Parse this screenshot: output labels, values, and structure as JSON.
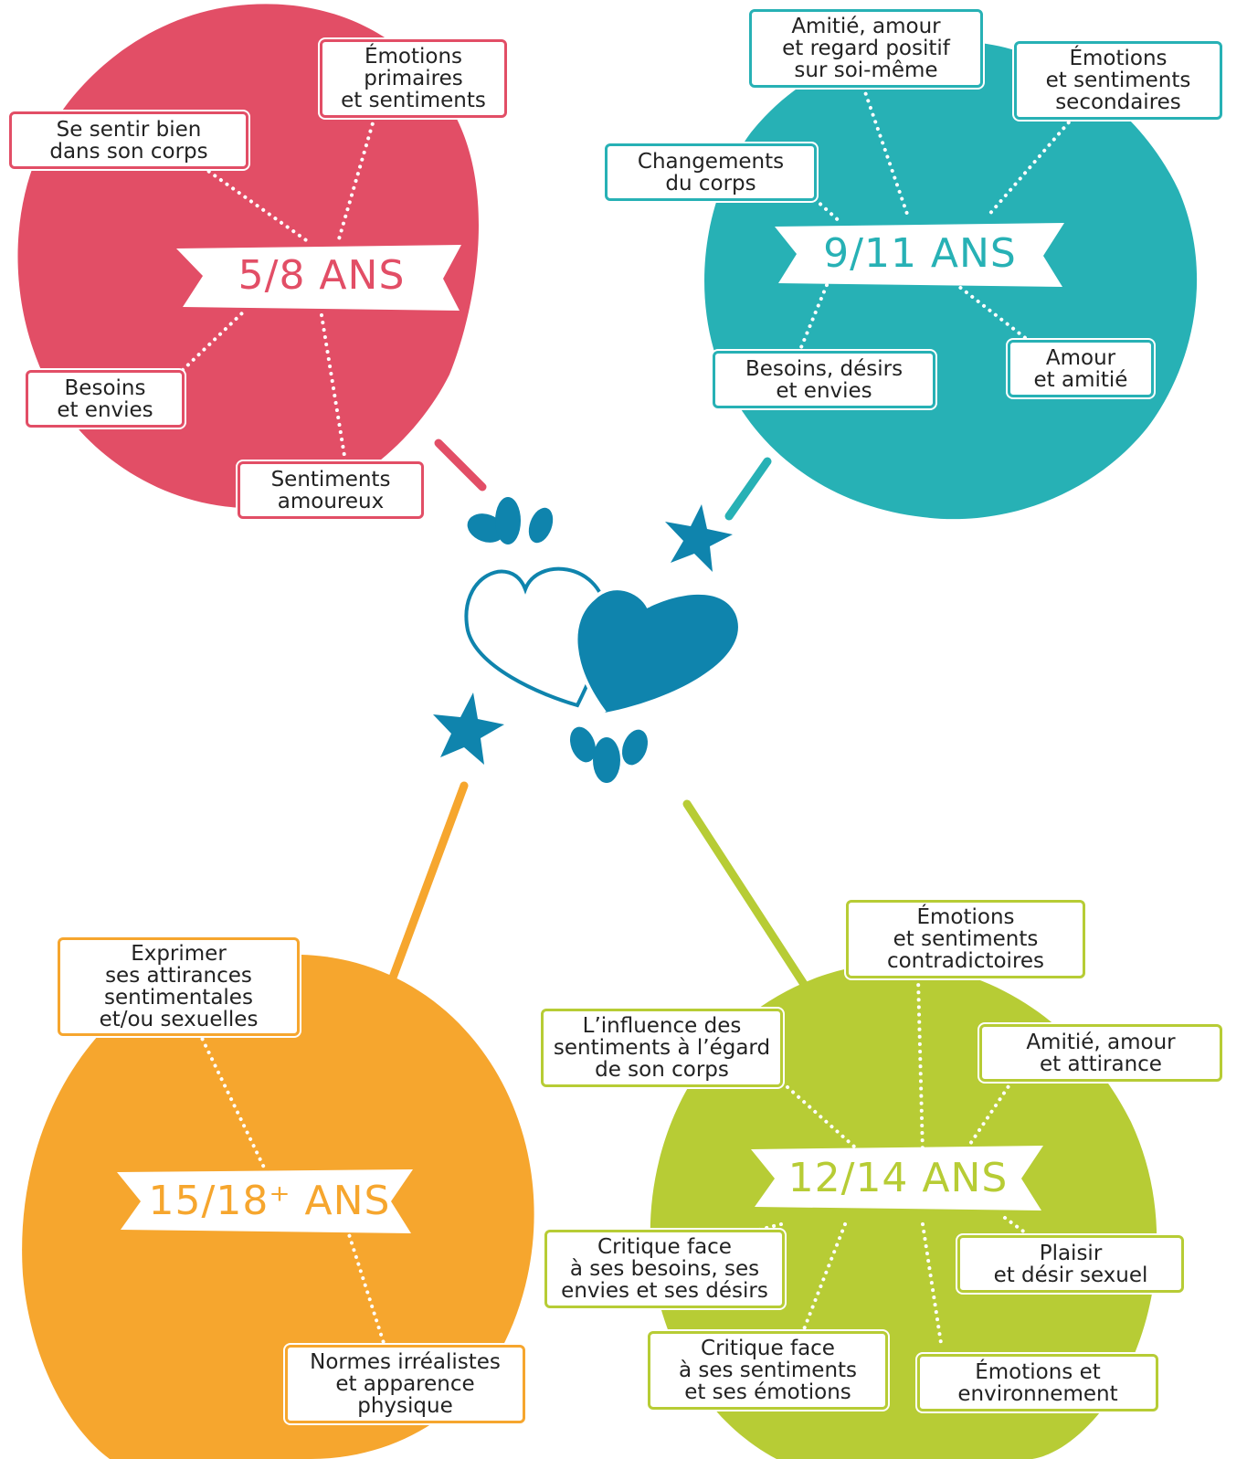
{
  "colors": {
    "red": "#e24e66",
    "teal": "#27b1b5",
    "orange": "#f6a62e",
    "green": "#b7cc35",
    "blue": "#0f84ad"
  },
  "groups": [
    {
      "age": "5/8 ANS",
      "items": [
        "Se sentir bien\ndans son corps",
        "Émotions\nprimaires\net sentiments",
        "Besoins\net envies",
        "Sentiments\namoureux"
      ]
    },
    {
      "age": "9/11 ANS",
      "items": [
        "Amitié, amour\net regard positif\nsur soi-même",
        "Émotions\net sentiments\nsecondaires",
        "Changements\ndu corps",
        "Besoins, désirs\net envies",
        "Amour\net amitié"
      ]
    },
    {
      "age": "15/18⁺ ANS",
      "items": [
        "Exprimer\nses attirances\nsentimentales\net/ou sexuelles",
        "Normes irréalistes\net apparence\nphysique"
      ]
    },
    {
      "age": "12/14 ANS",
      "items": [
        "Émotions\net sentiments\ncontradictoires",
        "L’influence des\nsentiments à l’égard\nde son corps",
        "Amitié, amour\net attirance",
        "Critique face\nà ses besoins, ses\nenvies et ses désirs",
        "Plaisir\net désir sexuel",
        "Critique face\nà ses sentiments\net ses émotions",
        "Émotions et\nenvironnement"
      ]
    }
  ]
}
